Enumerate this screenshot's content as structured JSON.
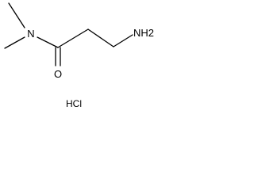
{
  "molecule": {
    "atoms": {
      "nitrogen_amide": "N",
      "oxygen_carbonyl": "O",
      "amine_group": "NH2"
    },
    "salt": "HCl"
  },
  "colors": {
    "bond": "#000000",
    "text": "#000000",
    "background": "#ffffff"
  }
}
